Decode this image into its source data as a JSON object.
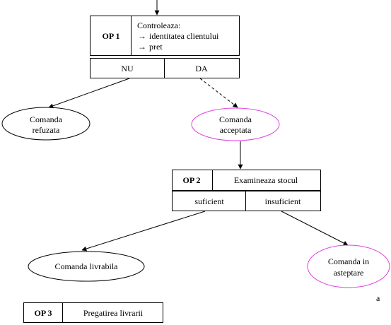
{
  "op1": {
    "code": "OP 1",
    "title": "Controleaza:",
    "items": [
      "identitatea clientului",
      "pret"
    ],
    "bullet_glyph": "→",
    "branches": [
      "NU",
      "DA"
    ]
  },
  "outcome1": {
    "rejected": [
      "Comanda",
      "refuzata"
    ],
    "accepted": [
      "Comanda",
      "acceptata"
    ]
  },
  "op2": {
    "code": "OP 2",
    "title": "Examineaza stocul",
    "branches": [
      "suficient",
      "insuficient"
    ]
  },
  "outcome2": {
    "deliverable": "Comanda livrabila",
    "waiting": [
      "Comanda in",
      "asteptare"
    ]
  },
  "op3": {
    "code": "OP 3",
    "title": "Pregatirea livrarii"
  },
  "corner_mark": "a",
  "colors": {
    "stroke": "#000000",
    "highlight_ellipse": "#e040e0",
    "background": "#ffffff"
  }
}
